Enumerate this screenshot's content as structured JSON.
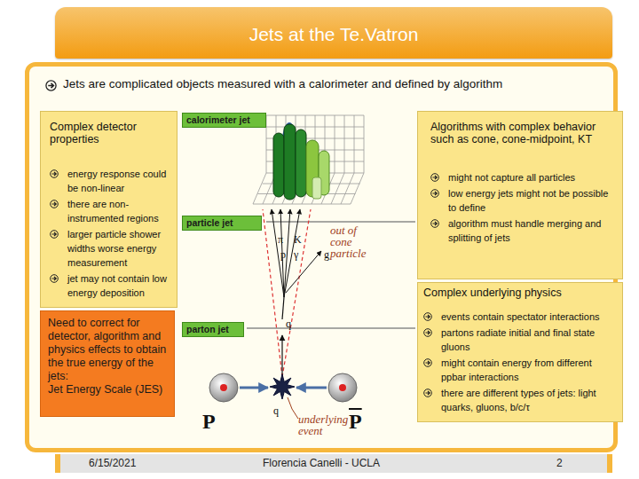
{
  "diagram": {
    "title": "Jets at the Te.Vatron",
    "nodes": [
      {
        "text": [
          "Jets are complicated objects measured with a calorimeter and defined by algorithm"
        ]
      },
      {
        "text": [
          "Complex detector properties",
          "energy response could be non-linear",
          "there are non-instrumented regions",
          "larger particle shower widths worse energy measurement",
          "jet may not contain low energy deposition"
        ],
        "in": 0
      },
      {
        "text": [
          "Algorithms with complex behavior such as cone, cone-midpoint, KT",
          "might not capture all particles",
          "low energy jets might not be possible to define",
          "algorithm must handle merging and splitting of jets"
        ],
        "in": 0
      },
      {
        "text": [
          "Complex underlying physics",
          "events contain spectator interactions",
          "partons radiate initial and final state gluons",
          "might contain energy from different ppbar interactions",
          "there are different types of jets: light quarks, gluons, b/c/τ"
        ],
        "in": 0
      },
      {
        "text": [
          "Need to correct for detector, algorithm and physics effects to obtain the true energy of the jets:",
          "Jet Energy Scale (JES)"
        ],
        "in": 0
      },
      {
        "text": [
          "calorimeter jet"
        ],
        "in": 0
      },
      {
        "text": [
          "particle jet"
        ],
        "in": 0
      },
      {
        "text": [
          "parton jet"
        ],
        "in": 0
      }
    ],
    "labels": [
      "π",
      "K",
      "p",
      "γ",
      "g",
      "out of cone particle",
      "q",
      "q",
      "underlying event",
      "P",
      "P",
      "6/15/2021",
      "Florencia Canelli - UCLA",
      "2"
    ]
  }
}
